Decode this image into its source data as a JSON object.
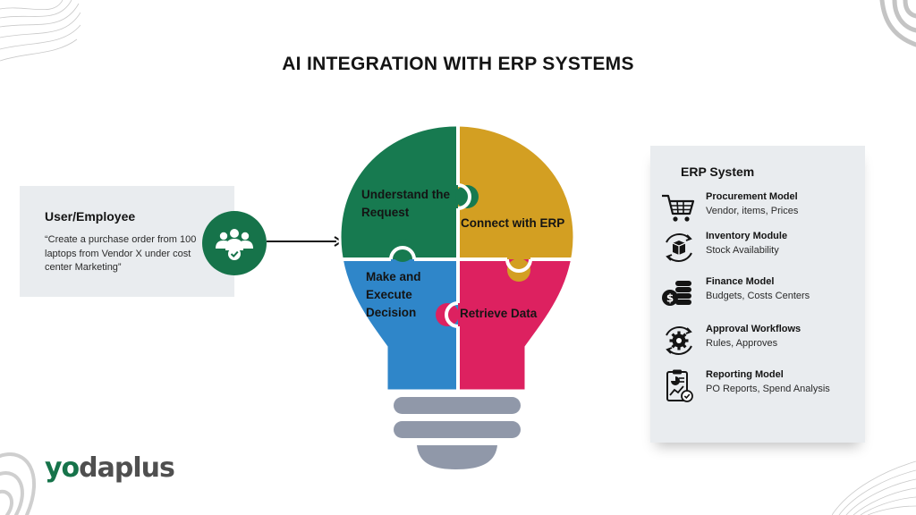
{
  "title": "AI INTEGRATION WITH ERP SYSTEMS",
  "user": {
    "title": "User/Employee",
    "quote": "“Create a purchase order from 100 laptops from Vendor X under cost center Marketing”",
    "icon": "users-check-icon"
  },
  "bulb": {
    "pieces": [
      {
        "label_lines": [
          "Understand the",
          "Request"
        ],
        "color": "#177a50"
      },
      {
        "label_lines": [
          "Connect with ERP"
        ],
        "color": "#d39f22"
      },
      {
        "label_lines": [
          "Make and",
          "Execute",
          "Decision"
        ],
        "color": "#2f86c9"
      },
      {
        "label_lines": [
          "Retrieve Data"
        ],
        "color": "#dd2160"
      }
    ],
    "base_color": "#9098a9"
  },
  "erp": {
    "title": "ERP System",
    "items": [
      {
        "name": "Procurement Model",
        "desc": "Vendor, items, Prices",
        "icon": "shopping-cart-icon"
      },
      {
        "name": "Inventory Module",
        "desc": "Stock Availability",
        "icon": "inventory-box-icon"
      },
      {
        "name": "Finance Model",
        "desc": "Budgets, Costs Centers",
        "icon": "coins-icon"
      },
      {
        "name": "Approval Workflows",
        "desc": "Rules, Approves",
        "icon": "gear-cycle-icon"
      },
      {
        "name": "Reporting Model",
        "desc": "PO Reports, Spend Analysis",
        "icon": "report-clipboard-icon"
      }
    ]
  },
  "logo": {
    "part1": "yo",
    "part2": "daplus"
  },
  "colors": {
    "accent_green": "#16734a",
    "panel_bg": "#e9ecef"
  }
}
